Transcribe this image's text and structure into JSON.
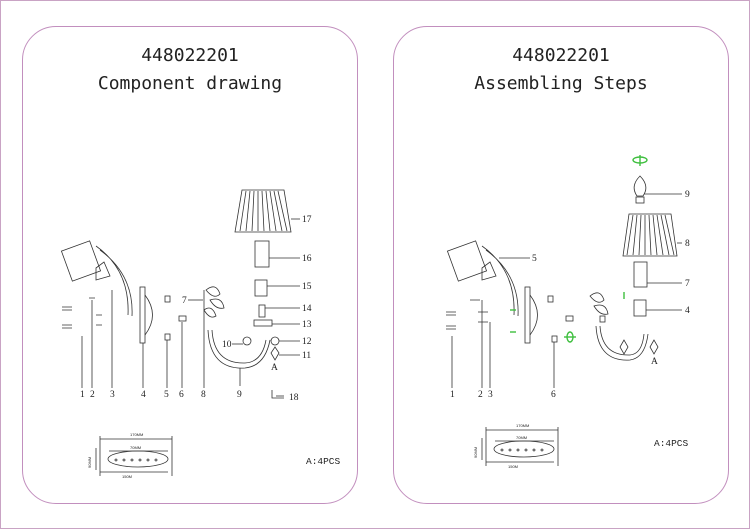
{
  "left": {
    "model_number": "448022201",
    "title": "Component drawing",
    "part_labels_bottom": [
      "1",
      "2",
      "3",
      "4",
      "5",
      "6",
      "8",
      "9"
    ],
    "part_labels_side": [
      "17",
      "16",
      "15",
      "14",
      "13",
      "12",
      "11",
      "7",
      "10",
      "18"
    ],
    "label_a": "A",
    "note": "A:4PCS",
    "dim_top": "170MM",
    "dim_mid": "70MM",
    "dim_bottom": "150M",
    "dim_side": "90MM"
  },
  "right": {
    "model_number": "448022201",
    "title": "Assembling Steps",
    "part_labels_bottom": [
      "1",
      "2",
      "3",
      "6"
    ],
    "part_labels_side": [
      "9",
      "8",
      "7",
      "4",
      "5"
    ],
    "label_a": "A",
    "note": "A:4PCS",
    "dim_top": "170MM",
    "dim_mid": "70MM",
    "dim_bottom": "150M",
    "dim_side": "90MM"
  }
}
